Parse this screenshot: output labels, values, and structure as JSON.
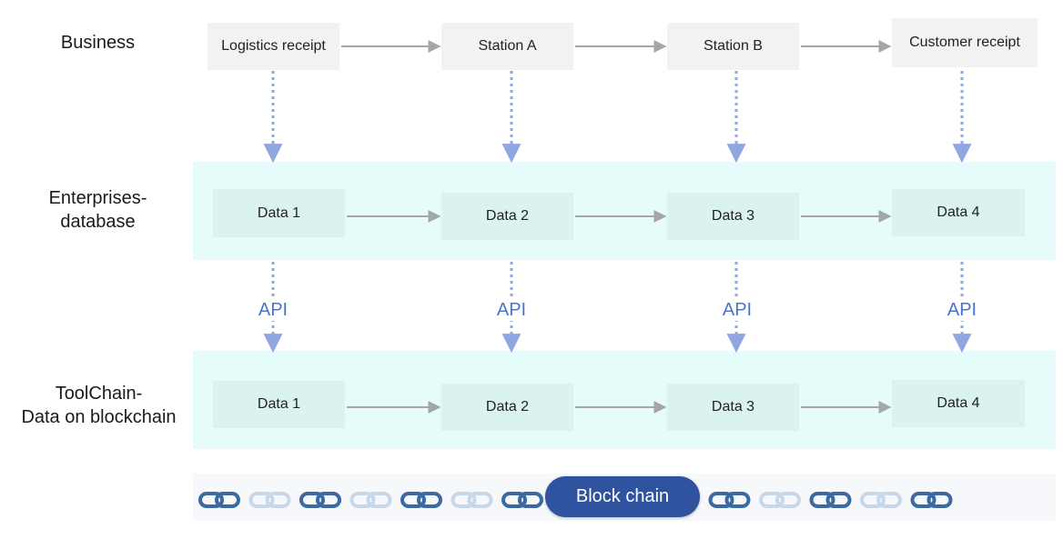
{
  "rows": {
    "business": "Business",
    "enterprises": [
      "Enterprises-",
      "database"
    ],
    "toolchain": [
      "ToolChain-",
      "Data on blockchain"
    ]
  },
  "business_nodes": [
    "Logistics receipt",
    "Station A",
    "Station B",
    "Customer receipt"
  ],
  "database_nodes": [
    "Data 1",
    "Data 2",
    "Data 3",
    "Data 4"
  ],
  "blockchain_nodes": [
    "Data 1",
    "Data 2",
    "Data 3",
    "Data 4"
  ],
  "api_labels": [
    "API",
    "API",
    "API",
    "API"
  ],
  "blockchain": {
    "label": "Block chain",
    "link_pattern": [
      "dark",
      "light",
      "dark",
      "light",
      "dark",
      "light",
      "dark",
      "dark",
      "light",
      "dark",
      "light",
      "dark",
      "light",
      "dark"
    ]
  },
  "colors": {
    "arrow_solid": "#a6a6a6",
    "arrow_dotted": "#8fa6e0",
    "api_text": "#4a72c9",
    "band": "#e6fcfa",
    "data_node": "#daf3f0",
    "business_node": "#f2f2f2",
    "chain_pill": "#2f539e",
    "link_dark": "#3a6aa1",
    "link_light": "#c9d8e8"
  }
}
